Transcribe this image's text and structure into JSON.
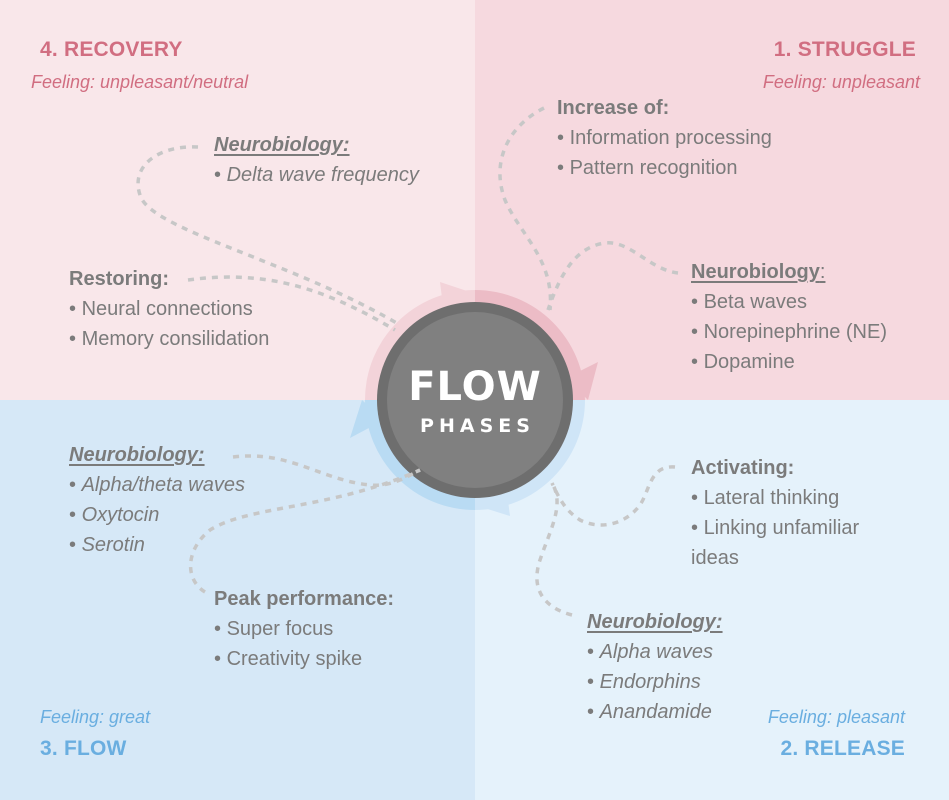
{
  "colors": {
    "recovery_bg": "#f9e7ea",
    "struggle_bg": "#f6d9df",
    "flow_bg": "#d6e8f7",
    "release_bg": "#e5f2fb",
    "pink_accent": "#d16e81",
    "blue_accent": "#6aaee0",
    "text_gray": "#7b7b7b",
    "center_circle": "#808080",
    "center_ring": "#6e6e6e",
    "connector": "#c7c7c7"
  },
  "center": {
    "title": "FLOW",
    "subtitle": "PHASES"
  },
  "phases": {
    "recovery": {
      "title": "4. RECOVERY",
      "feeling": "Feeling: unpleasant/neutral",
      "neurobiology": {
        "heading": "Neurobiology:",
        "items": [
          "Delta wave frequency"
        ]
      },
      "restoring": {
        "heading": "Restoring:",
        "items": [
          "Neural connections",
          "Memory consilidation"
        ]
      }
    },
    "struggle": {
      "title": "1. STRUGGLE",
      "feeling": "Feeling: unpleasant",
      "increase": {
        "heading": "Increase of:",
        "items": [
          "Information processing",
          "Pattern recognition"
        ]
      },
      "neurobiology": {
        "heading": "Neurobiology",
        "heading_suffix": ":",
        "items": [
          "Beta waves",
          "Norepinephrine (NE)",
          "Dopamine"
        ]
      }
    },
    "flow": {
      "title": "3. FLOW",
      "feeling": "Feeling: great",
      "neurobiology": {
        "heading": "Neurobiology:",
        "items": [
          "Alpha/theta waves",
          "Oxytocin",
          "Serotin"
        ]
      },
      "peak": {
        "heading": "Peak performance:",
        "items": [
          "Super focus",
          "Creativity spike"
        ]
      }
    },
    "release": {
      "title": "2. RELEASE",
      "feeling": "Feeling: pleasant",
      "activating": {
        "heading": "Activating:",
        "items": [
          "Lateral thinking",
          "Linking unfamiliar",
          "ideas"
        ]
      },
      "neurobiology": {
        "heading": "Neurobiology:",
        "items": [
          "Alpha waves",
          "Endorphins",
          "Anandamide"
        ]
      }
    }
  }
}
